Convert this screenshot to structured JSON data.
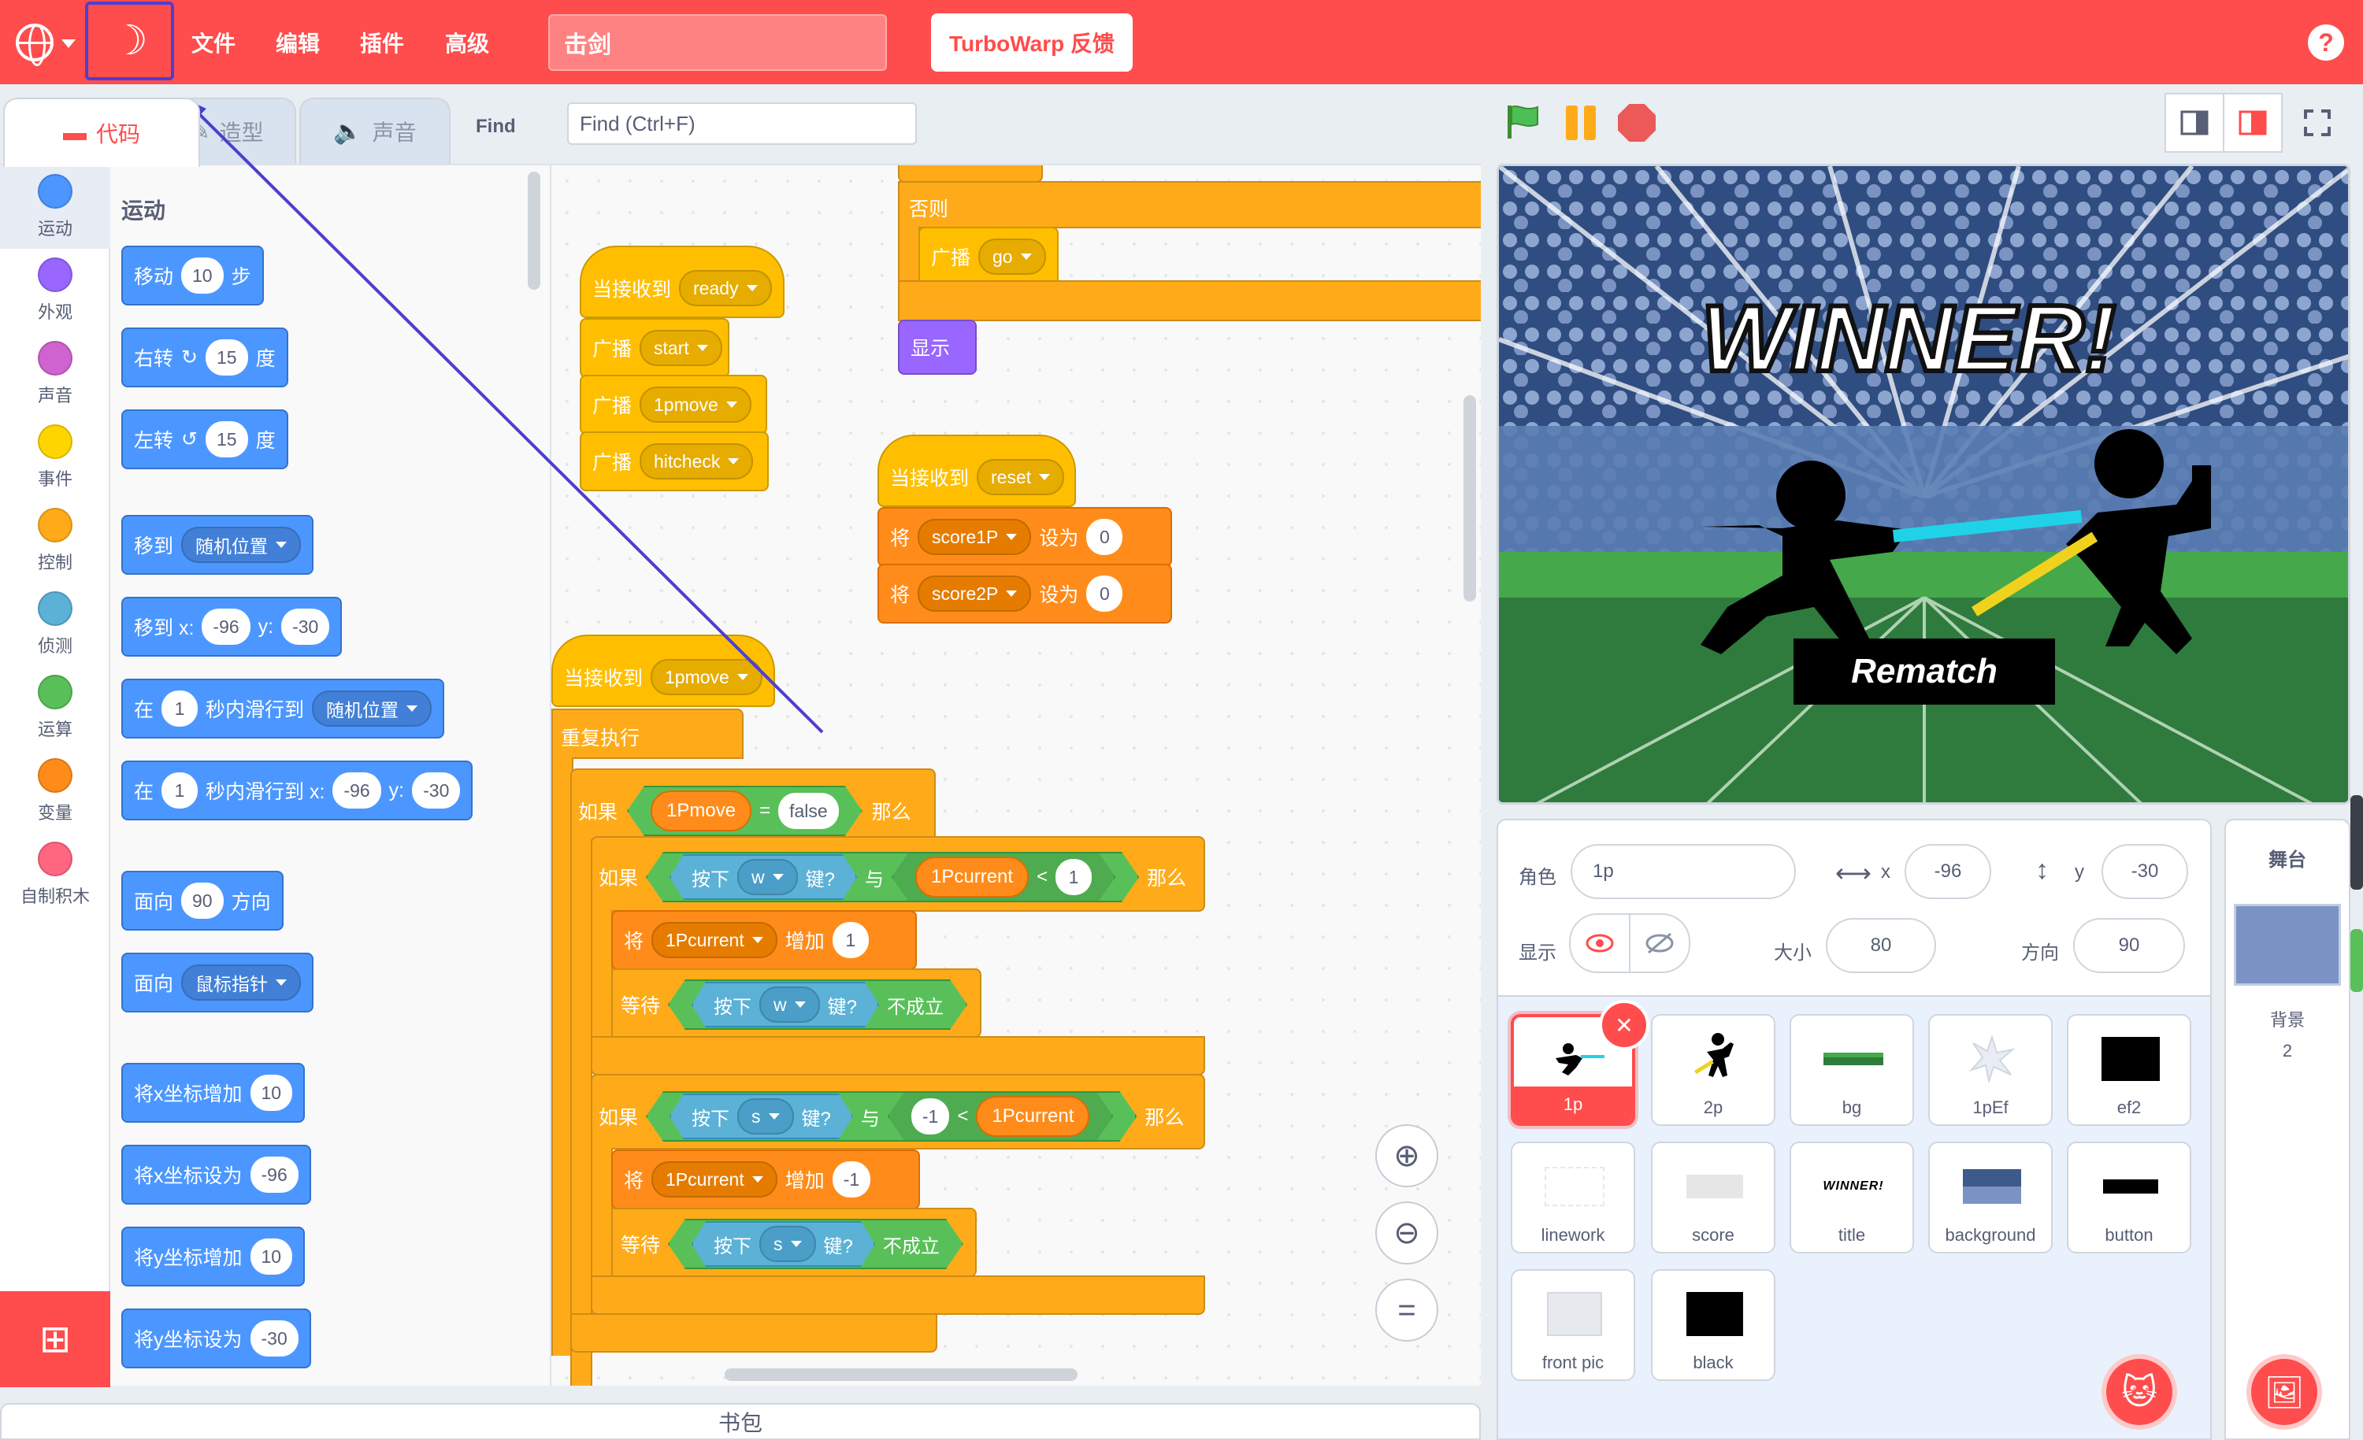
{
  "menu": {
    "theme_icon": "☽",
    "file": "文件",
    "edit": "编辑",
    "addons": "插件",
    "advanced": "高级",
    "project_title": "击剑",
    "feedback": "TurboWarp 反馈",
    "help": "?"
  },
  "tabs": {
    "code": "代码",
    "costumes": "造型",
    "sounds": "声音"
  },
  "find": {
    "label": "Find",
    "placeholder": "Find (Ctrl+F)"
  },
  "categories": [
    {
      "label": "运动",
      "color": "#4c97ff"
    },
    {
      "label": "外观",
      "color": "#9966ff"
    },
    {
      "label": "声音",
      "color": "#cf63cf"
    },
    {
      "label": "事件",
      "color": "#ffd500"
    },
    {
      "label": "控制",
      "color": "#ffab19"
    },
    {
      "label": "侦测",
      "color": "#5cb1d6"
    },
    {
      "label": "运算",
      "color": "#59c059"
    },
    {
      "label": "变量",
      "color": "#ff8c1a"
    },
    {
      "label": "自制积木",
      "color": "#ff6680"
    }
  ],
  "palette": {
    "heading": "运动",
    "move": {
      "a": "移动",
      "v": "10",
      "b": "步"
    },
    "turn_right": {
      "a": "右转",
      "v": "15",
      "b": "度"
    },
    "turn_left": {
      "a": "左转",
      "v": "15",
      "b": "度"
    },
    "goto": {
      "a": "移到",
      "d": "随机位置"
    },
    "goto_xy": {
      "a": "移到 x:",
      "x": "-96",
      "b": "y:",
      "y": "-30"
    },
    "glide": {
      "a": "在",
      "v": "1",
      "b": "秒内滑行到",
      "d": "随机位置"
    },
    "glide_xy": {
      "a": "在",
      "v": "1",
      "b": "秒内滑行到 x:",
      "x": "-96",
      "c": "y:",
      "y": "-30"
    },
    "point_dir": {
      "a": "面向",
      "v": "90",
      "b": "方向"
    },
    "point_towards": {
      "a": "面向",
      "d": "鼠标指针"
    },
    "change_x": {
      "a": "将x坐标增加",
      "v": "10"
    },
    "set_x": {
      "a": "将x坐标设为",
      "v": "-96"
    },
    "change_y": {
      "a": "将y坐标增加",
      "v": "10"
    },
    "set_y": {
      "a": "将y坐标设为",
      "v": "-30"
    }
  },
  "scripts": {
    "else_label": "否则",
    "broadcast": "广播",
    "go": "go",
    "show": "显示",
    "when_receive": "当接收到",
    "ready": "ready",
    "start": "start",
    "onepmove": "1pmove",
    "hitcheck": "hitcheck",
    "reset": "reset",
    "set": "将",
    "score1p": "score1P",
    "score2p": "score2P",
    "set_to": "设为",
    "zero": "0",
    "forever": "重复执行",
    "if": "如果",
    "then": "那么",
    "var_1pmove": "1Pmove",
    "eq": "=",
    "false_val": "false",
    "key_pressed": "按下",
    "key_q": "键?",
    "w": "w",
    "s": "s",
    "and": "与",
    "var_1pcurrent": "1Pcurrent",
    "lt": "<",
    "one": "1",
    "neg_one": "-1",
    "change_by": "增加",
    "wait_until": "等待",
    "not_true": "不成立"
  },
  "backpack": "书包",
  "sprite_info": {
    "sprite_label": "角色",
    "sprite_name": "1p",
    "x_label": "x",
    "x_value": "-96",
    "y_label": "y",
    "y_value": "-30",
    "show_label": "显示",
    "size_label": "大小",
    "size_value": "80",
    "direction_label": "方向",
    "direction_value": "90"
  },
  "sprites": [
    "1p",
    "2p",
    "bg",
    "1pEf",
    "ef2",
    "linework",
    "score",
    "title",
    "background",
    "button",
    "front pic",
    "black"
  ],
  "stage_pane": {
    "title": "舞台",
    "backdrops_label": "背景",
    "backdrops_count": "2"
  },
  "stage": {
    "winner_text": "WINNER!",
    "rematch_text": "Rematch"
  }
}
